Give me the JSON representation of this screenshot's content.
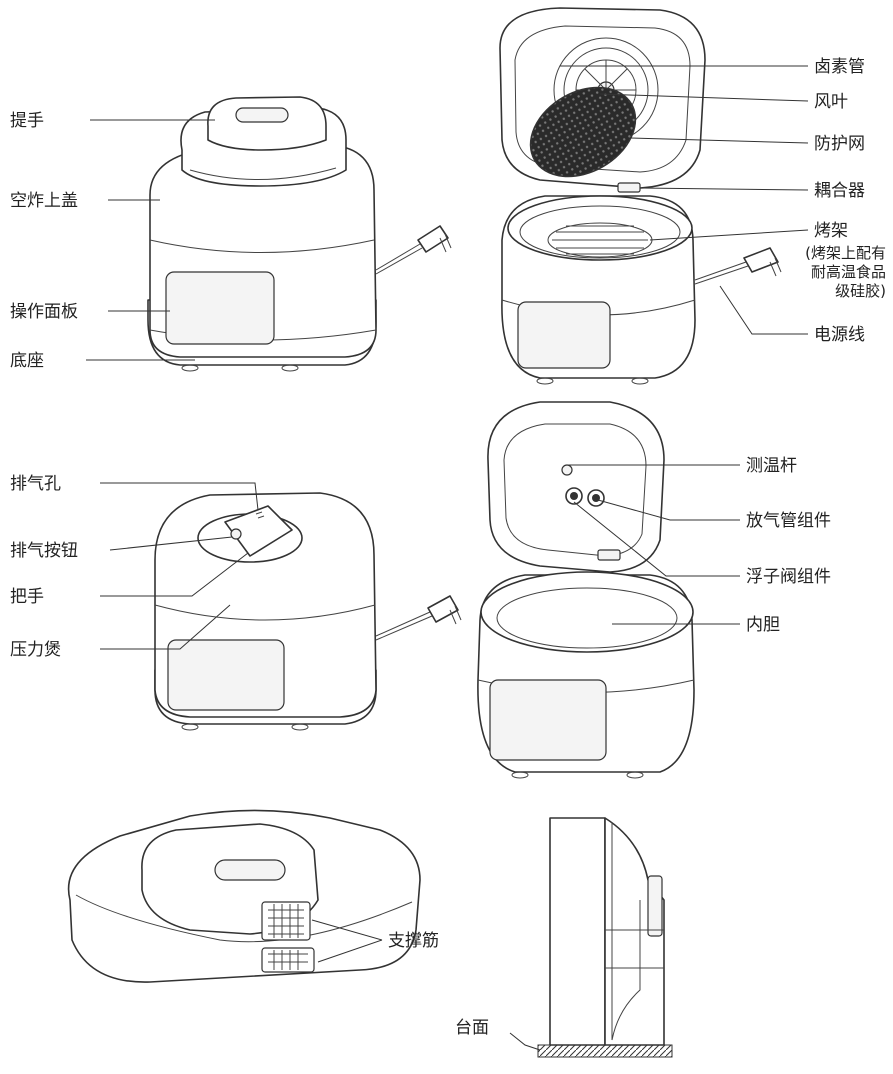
{
  "labels": {
    "handle_top": "提手",
    "air_fryer_lid": "空炸上盖",
    "control_panel": "操作面板",
    "base": "底座",
    "halogen_tube": "卤素管",
    "fan_blade": "风叶",
    "protective_mesh": "防护网",
    "coupler": "耦合器",
    "baking_rack": "烤架",
    "baking_rack_note_1": "(烤架上配有",
    "baking_rack_note_2": "耐高温食品",
    "baking_rack_note_3": "级硅胶)",
    "power_cord": "电源线",
    "vent_hole": "排气孔",
    "vent_button": "排气按钮",
    "grip": "把手",
    "pressure_cooker": "压力煲",
    "temp_probe": "测温杆",
    "vent_pipe_assembly": "放气管组件",
    "float_valve_assembly": "浮子阀组件",
    "inner_pot": "内胆",
    "support_ribs": "支撑筋",
    "countertop": "台面"
  }
}
